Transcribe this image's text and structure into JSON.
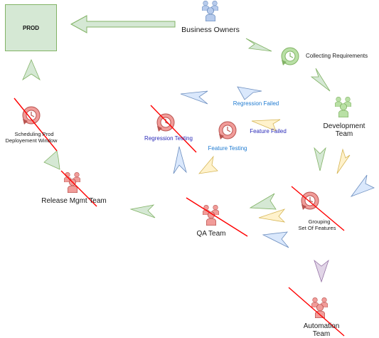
{
  "prod": {
    "label": "PROD"
  },
  "nodes": {
    "business_owners": "Business Owners",
    "collecting_requirements": "Collecting Requirements",
    "development_team_l1": "Development",
    "development_team_l2": "Team",
    "scheduling_l1": "Scheduling Prod",
    "scheduling_l2": "Deployement Window",
    "release_mgmt_team": "Release Mgmt Team",
    "qa_team": "QA Team",
    "grouping_l1": "Grouping",
    "grouping_l2": "Set Of Features",
    "automation_l1": "Automation",
    "automation_l2": "Team",
    "regression_testing": "Regression Testing",
    "feature_testing": "Feature Testing",
    "regression_failed": "Regression Failed",
    "feature_failed": "Feature Failed"
  },
  "colors": {
    "arrow_green": "#d5e8d4",
    "arrow_green_stroke": "#82b366",
    "arrow_blue": "#dae8fc",
    "arrow_blue_stroke": "#6c8ebf",
    "arrow_yellow": "#fff2cc",
    "arrow_yellow_stroke": "#d6b656",
    "arrow_purple": "#e1d5e7",
    "arrow_purple_stroke": "#9673a6",
    "people_blue": "#b7cbec",
    "people_red": "#f19c99",
    "clock_green": "#b9e0a5",
    "clock_red": "#f19c99",
    "strike_red": "#ff0000",
    "text_blue": "#1f7bd1",
    "text_navy": "#2a2ab8"
  }
}
